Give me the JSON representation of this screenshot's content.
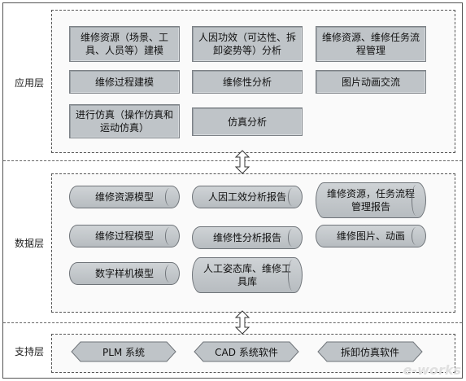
{
  "layers": {
    "application": "应用层",
    "data": "数据层",
    "support": "支持层"
  },
  "application_boxes": [
    "维修资源（场景、工具、人员等）建模",
    "人因功效（可达性、拆卸姿势等）分析",
    "维修资源、维修任务流程管理",
    "维修过程建模",
    "维修性分析",
    "图片动画交流",
    "进行仿真（操作仿真和运动仿真）",
    "仿真分析"
  ],
  "data_cylinders": [
    "维修资源模型",
    "人因工效分析报告",
    "维修资源，任务流程管理报告",
    "维修过程模型",
    "维修性分析报告",
    "维修图片、动画",
    "数字样机模型",
    "人工姿态库、维修工具库"
  ],
  "support_items": [
    "PLM 系统",
    "CAD 系统软件",
    "拆卸仿真软件"
  ],
  "watermark": "e-works",
  "colors": {
    "box_fill": "#bfc4c8",
    "border": "#555555"
  }
}
